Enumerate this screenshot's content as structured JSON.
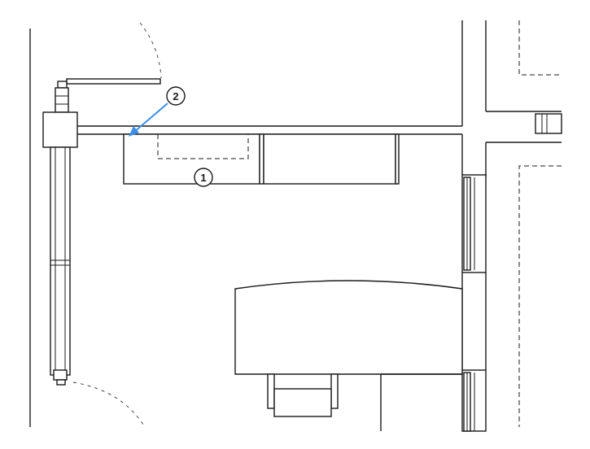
{
  "callouts": {
    "callout_1": {
      "label": "1"
    },
    "callout_2": {
      "label": "2"
    }
  },
  "colors": {
    "line": "#1a1a1a",
    "arrow": "#3a8ee6",
    "background": "#ffffff"
  },
  "icons": {
    "arrow": "blue-leader-arrow"
  }
}
